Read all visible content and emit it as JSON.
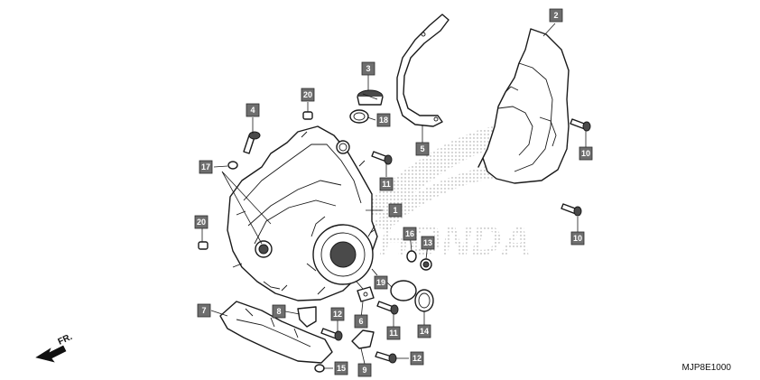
{
  "diagram": {
    "drawing_code": "MJP8E1000",
    "direction_label": "FR.",
    "watermark_text": "HONDA",
    "callouts": [
      "1",
      "2",
      "3",
      "4",
      "5",
      "6",
      "7",
      "8",
      "9",
      "10",
      "10",
      "11",
      "11",
      "12",
      "12",
      "13",
      "14",
      "15",
      "16",
      "17",
      "18",
      "19",
      "20",
      "20"
    ]
  }
}
